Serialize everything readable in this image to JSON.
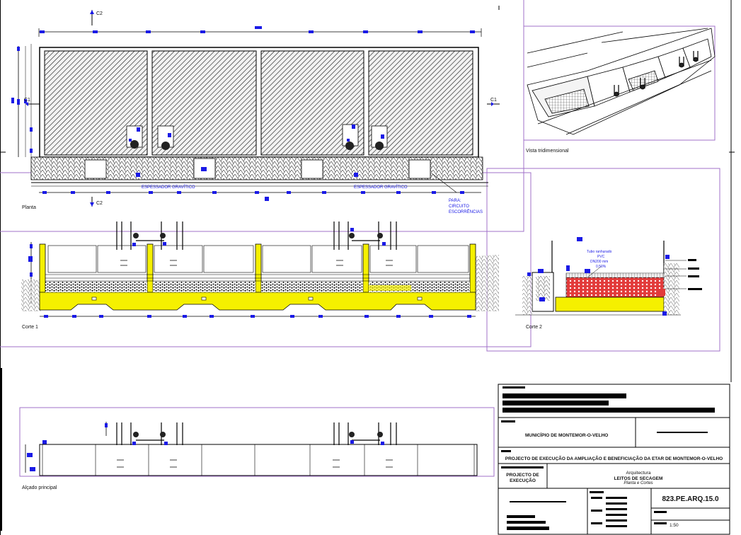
{
  "drawing": {
    "markers": {
      "section_c2": "C2",
      "section_c1": "C1"
    },
    "views": {
      "plan": "Planta",
      "section1": "Corte 1",
      "section2": "Corte 2",
      "elevation": "Alçado principal",
      "view3d": "Vista tridimensional"
    },
    "annotations": {
      "thickener_left": "ESPESSADOR GRAVÍTICO",
      "thickener_right": "ESPESSADOR GRAVÍTICO",
      "circuit_line1": "PARA:",
      "circuit_line2": "CIRCUITO",
      "circuit_line3": "ESCORRÊNCIAS",
      "tube_line1": "Tubo ranhurado",
      "tube_line2": "PVC",
      "tube_line3": "DN200 mm",
      "tube_line4": "0.50%"
    },
    "colors": {
      "hatch": "#222222",
      "fill_yellow": "#f5f000",
      "dimension_blue": "#1a1ae6",
      "frame_violet": "#a070c8",
      "media_red": "#e23b3b"
    }
  },
  "title_block": {
    "client": "MUNICÍPIO DE MONTEMOR-O-VELHO",
    "project": "PROJECTO DE EXECUÇÃO DA AMPLIAÇÃO E BENEFICIAÇÃO DA ETAR DE MONTEMOR-O-VELHO",
    "phase_line1": "PROJECTO DE",
    "phase_line2": "EXECUÇÃO",
    "specialty": "Arquitectura",
    "subject": "LEITOS DE SECAGEM",
    "subject_sub": "Planta e Cortes",
    "drawing_number": "823.PE.ARQ.15.0",
    "scale": "1:50"
  }
}
